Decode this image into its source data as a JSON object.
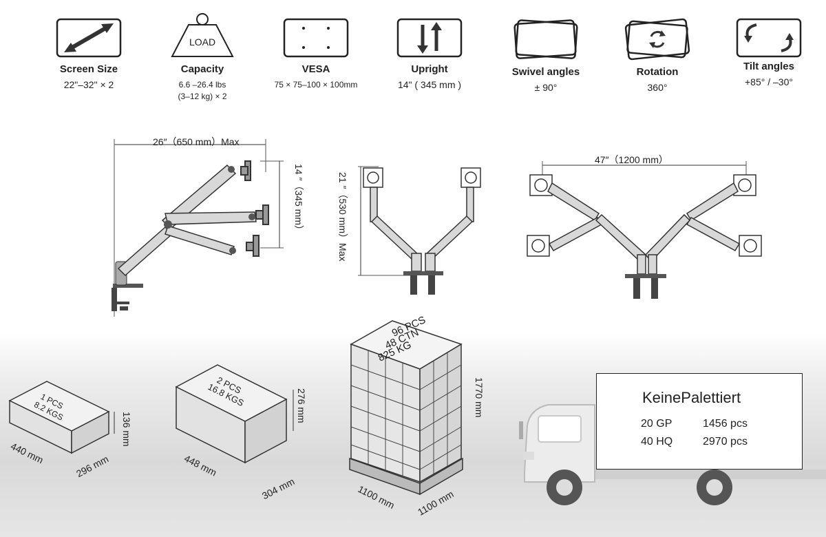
{
  "specs": [
    {
      "title": "Screen Size",
      "value": "22\"–32\" × 2",
      "icon": "diagonal-arrow-icon"
    },
    {
      "title": "Capacity",
      "value_line1": "6.6 –26.4 lbs",
      "value_line2": "(3–12 kg) × 2",
      "icon": "load-weight-icon",
      "icon_text": "LOAD"
    },
    {
      "title": "VESA",
      "value": "75 × 75–100 × 100mm",
      "icon": "vesa-holes-icon"
    },
    {
      "title": "Upright",
      "value": "14\" ( 345 mm )",
      "icon": "up-down-arrows-icon"
    },
    {
      "title": "Swivel angles",
      "value": "± 90°",
      "icon": "swivel-icon"
    },
    {
      "title": "Rotation",
      "value": "360°",
      "icon": "rotation-icon"
    },
    {
      "title": "Tilt angles",
      "value": "+85°   /  –30°",
      "icon": "tilt-icon"
    }
  ],
  "dimensions": {
    "reach": "26″（650 mm）Max",
    "upright": "14 ″（345 mm）",
    "height": "21 ″（530 mm）Max",
    "span": "47″（1200 mm）"
  },
  "packages": {
    "box1": {
      "label_line1": "1 PCS",
      "label_line2": "8.2 KGS",
      "length": "440 mm",
      "width": "296 mm",
      "height": "136 mm"
    },
    "box2": {
      "label_line1": "2 PCS",
      "label_line2": "16.8 KGS",
      "length": "448 mm",
      "width": "304 mm",
      "height": "276 mm"
    },
    "pallet": {
      "label_line1": "96 PCS",
      "label_line2": "48 CTN",
      "label_line3": "825 KG",
      "length": "1100 mm",
      "width": "1100 mm",
      "height": "1770 mm"
    }
  },
  "container": {
    "title": "KeinePalettiert",
    "rows": [
      {
        "type": "20 GP",
        "qty": "1456 pcs"
      },
      {
        "type": "40 HQ",
        "qty": "2970 pcs"
      }
    ]
  }
}
